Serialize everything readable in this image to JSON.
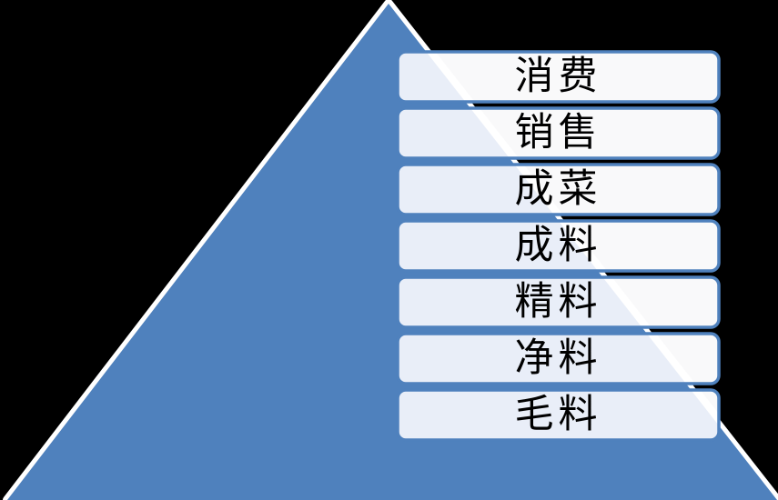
{
  "pyramid_diagram": {
    "levels": [
      {
        "label": "消费"
      },
      {
        "label": "销售"
      },
      {
        "label": "成菜"
      },
      {
        "label": "成料"
      },
      {
        "label": "精料"
      },
      {
        "label": "净料"
      },
      {
        "label": "毛料"
      }
    ]
  },
  "colors": {
    "background": "#000000",
    "pyramid_fill": "#4F81BD",
    "pyramid_outline": "#FFFFFF",
    "box_border": "#4F81BD",
    "box_fill": "#F9F9FA",
    "box_tint": "#E9EEF8",
    "text": "#000000"
  }
}
